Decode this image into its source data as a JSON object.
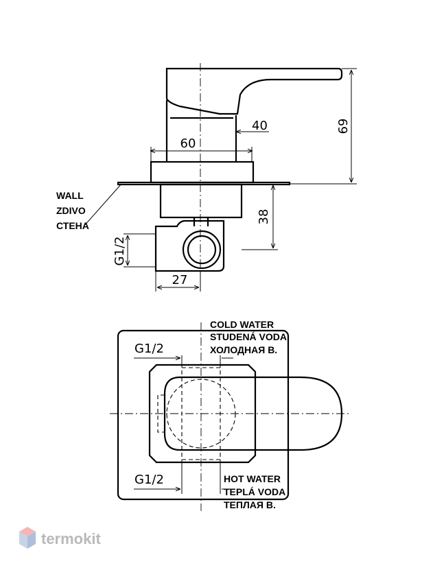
{
  "side_view": {
    "dim_height": "69",
    "dim_stem": "40",
    "dim_body": "60",
    "dim_outlet": "38",
    "dim_thread": "G1/2",
    "dim_offset": "27",
    "wall_labels": [
      "WALL",
      "ZDIVO",
      "СТЕНА"
    ]
  },
  "front_view": {
    "thread_top": "G1/2",
    "thread_bottom": "G1/2",
    "cold_labels": [
      "COLD WATER",
      "STUDENÁ VODA",
      "ХОЛОДНАЯ В."
    ],
    "hot_labels": [
      "HOT WATER",
      "TEPLÁ VODA",
      "ТЕПЛАЯ В."
    ]
  },
  "brand": {
    "name": "termokit",
    "colors": {
      "logo_top": "#f4b6b6",
      "logo_left": "#c7d3e6",
      "logo_right": "#aebfdc",
      "text": "#b9b9b9"
    }
  }
}
